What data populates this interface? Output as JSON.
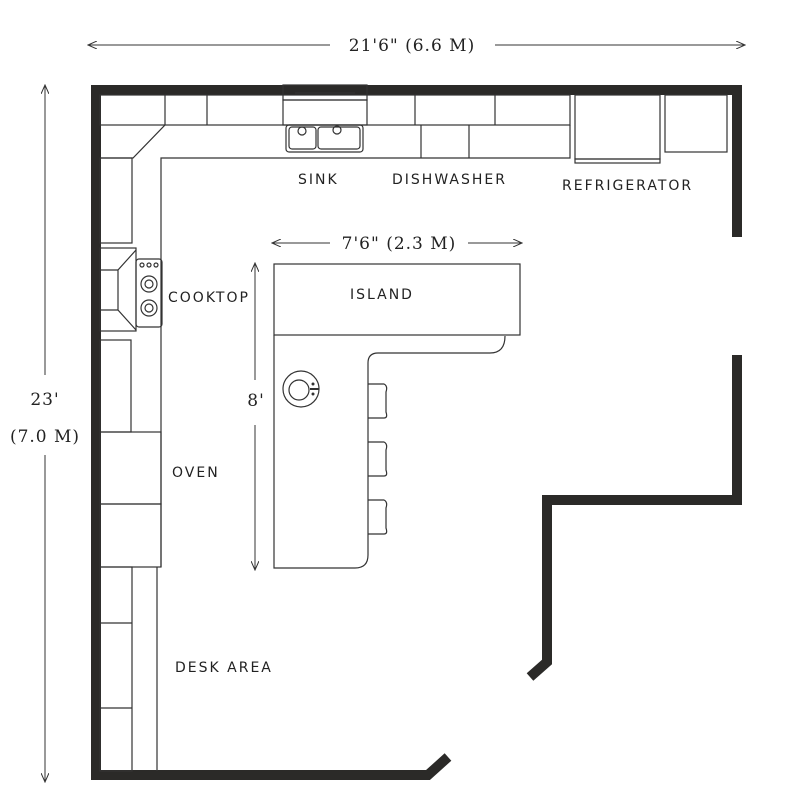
{
  "dimensions": {
    "width": "21'6\" (6.6 M)",
    "height_ft": "23'",
    "height_m": "(7.0 M)",
    "island_width": "7'6\" (2.3 M)",
    "island_length": "8'"
  },
  "labels": {
    "sink": "SINK",
    "dishwasher": "DISHWASHER",
    "refrigerator": "REFRIGERATOR",
    "cooktop": "COOKTOP",
    "island": "ISLAND",
    "oven": "OVEN",
    "desk_area": "DESK AREA"
  }
}
